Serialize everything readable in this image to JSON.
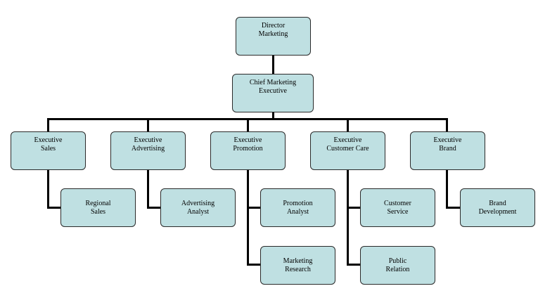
{
  "org_chart": {
    "director": {
      "label": "Director\nMarketing"
    },
    "chief": {
      "label": "Chief Marketing\nExecutive"
    },
    "executives": [
      {
        "label": "Executive\nSales",
        "reports": [
          {
            "label": "Regional\nSales"
          }
        ]
      },
      {
        "label": "Executive\nAdvertising",
        "reports": [
          {
            "label": "Advertising\nAnalyst"
          }
        ]
      },
      {
        "label": "Executive\nPromotion",
        "reports": [
          {
            "label": "Promotion\nAnalyst"
          },
          {
            "label": "Marketing\nResearch"
          }
        ]
      },
      {
        "label": "Executive\nCustomer Care",
        "reports": [
          {
            "label": "Customer\nService"
          },
          {
            "label": "Public\nRelation"
          }
        ]
      },
      {
        "label": "Executive\nBrand",
        "reports": [
          {
            "label": "Brand\nDevelopment"
          }
        ]
      }
    ]
  },
  "colors": {
    "box_fill": "#bfe0e2",
    "box_border": "#2a2a2a",
    "connector": "#000000"
  }
}
